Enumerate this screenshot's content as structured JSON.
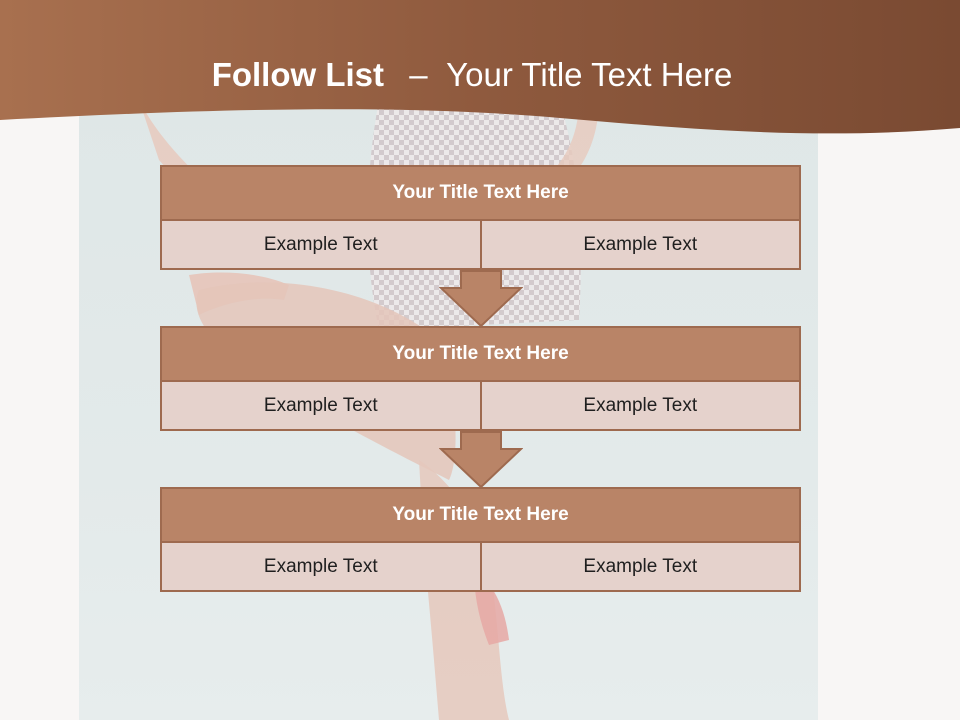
{
  "slide": {
    "title_bold": "Follow List",
    "title_separator": "–",
    "title_rest": "Your Title Text Here"
  },
  "steps": [
    {
      "title": "Your Title Text Here",
      "left": "Example Text",
      "right": "Example Text"
    },
    {
      "title": "Your Title Text Here",
      "left": "Example Text",
      "right": "Example Text"
    },
    {
      "title": "Your Title Text Here",
      "left": "Example Text",
      "right": "Example Text"
    }
  ],
  "colors": {
    "header_brown": "#8f5a3e",
    "box_title_fill": "#b98467",
    "box_cell_fill": "#e5d2cc",
    "box_border": "#9e6a4f"
  }
}
